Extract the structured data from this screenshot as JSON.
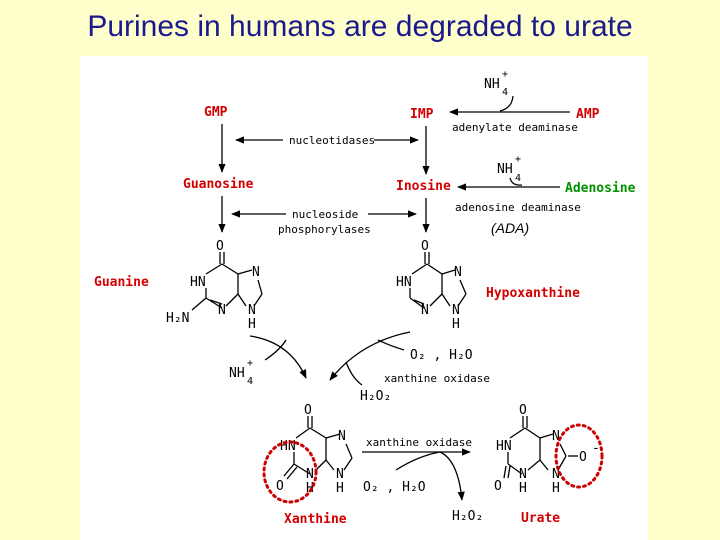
{
  "title": "Purines in humans are degraded to urate",
  "compounds": {
    "gmp": "GMP",
    "imp": "IMP",
    "amp": "AMP",
    "guanosine": "Guanosine",
    "inosine": "Inosine",
    "adenosine": "Adenosine",
    "guanine": "Guanine",
    "hypoxanthine": "Hypoxanthine",
    "xanthine": "Xanthine",
    "urate": "Urate"
  },
  "enzymes": {
    "nucleotidases": "nucleotidases",
    "adenylate_deaminase": "adenylate deaminase",
    "adenosine_deaminase": "adenosine deaminase",
    "ada": "(ADA)",
    "nucleoside": "nucleoside",
    "phosphorylases": "phosphorylases",
    "xanthine_oxidase_1": "xanthine oxidase",
    "xanthine_oxidase_2": "xanthine oxidase"
  },
  "atoms": {
    "O": "O",
    "HN": "HN",
    "N": "N",
    "H": "H",
    "H2N": "H₂N",
    "minus": "-"
  },
  "cofactors": {
    "nh4": "NH",
    "nh4_sub": "4",
    "nh4_plus": "+",
    "o2_h2o": "O₂ , H₂O",
    "h2o2": "H₂O₂"
  },
  "colors": {
    "background": "#ffffcc",
    "title": "#1a1a8c",
    "compound_label": "#d40000",
    "adenosine_label": "#009000",
    "highlight_circle": "#cc0000"
  }
}
